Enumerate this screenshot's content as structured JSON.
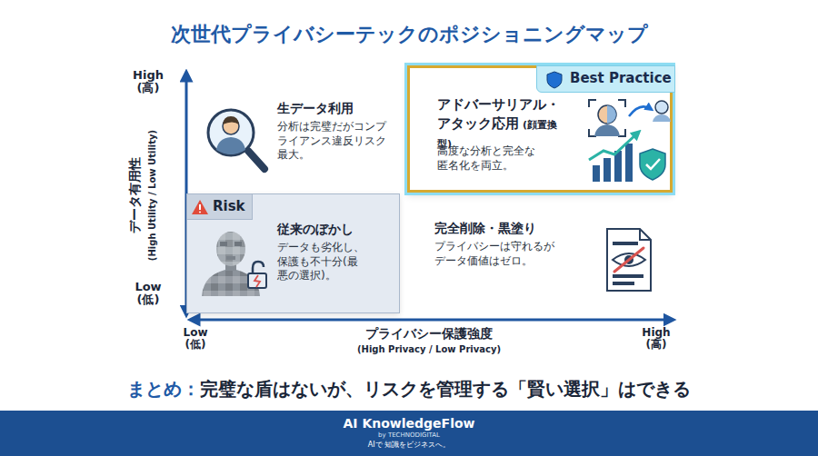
{
  "diagram": {
    "title": "次世代プライバシーテックのポジショニングマップ",
    "nodes": [
      {
        "text": [
          "アドバーサリアル・アタック応用",
          "(顔置換型)",
          "高度な分析と完全な匿名化を両立。"
        ]
      },
      {
        "text": [
          "Best Practice"
        ],
        "in": 0
      },
      {
        "text": [
          "従来のぼかし",
          "データも劣化し、保護も不十分(最悪の選択)。"
        ]
      },
      {
        "text": [
          "Risk"
        ],
        "in": 2
      },
      {
        "text": [
          "AI KnowledgeFlow",
          "by TECHNODIGITAL",
          "AIで 知識をビジネスへ。"
        ]
      }
    ],
    "labels": [
      "High (高)",
      "生データ利用",
      "分析は完璧だがコンプライアンス違反リスク最大。",
      "データ有用性",
      "(High Utility / Low Utility)",
      "Low (低)",
      "完全削除・黒塗り",
      "プライバシーは守れるがデータ価値はゼロ。",
      "Low (低)",
      "プライバシー保護強度",
      "(High Privacy / Low Privacy)",
      "High (高)",
      "まとめ：",
      "完璧な盾はないが、リスクを管理する「賢い選択」はできる"
    ]
  }
}
